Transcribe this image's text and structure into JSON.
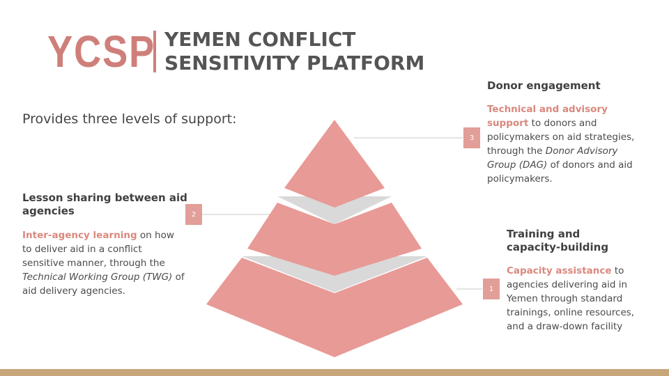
{
  "logo": {
    "mark": "YCSP",
    "title_line1": "YEMEN CONFLICT",
    "title_line2": "SENSITIVITY PLATFORM"
  },
  "intro": "Provides three levels of support:",
  "levels": [
    {
      "number": "3",
      "heading": "Donor engagement",
      "highlight": "Technical and advisory support",
      "text_a": " to donors and policymakers on aid strategies, through the ",
      "italic": "Donor Advisory Group (DAG)",
      "text_b": " of donors and aid policymakers."
    },
    {
      "number": "2",
      "heading": "Lesson sharing between aid agencies",
      "highlight": "Inter-agency learning",
      "text_a": " on how to deliver aid in a conflict sensitive manner, through the ",
      "italic": "Technical Working Group (TWG)",
      "text_b": " of aid delivery agencies."
    },
    {
      "number": "1",
      "heading": "Training and capacity-building",
      "highlight": "Capacity assistance",
      "text_a": " to agencies delivering aid in Yemen through standard trainings, online resources, and a draw-down facility",
      "italic": "",
      "text_b": ""
    }
  ],
  "colors": {
    "accent": "#d9887e",
    "pyramid_fill": "#e89a96",
    "pyramid_band": "#d9d9d9",
    "bottom_bar": "#c7a67a"
  }
}
